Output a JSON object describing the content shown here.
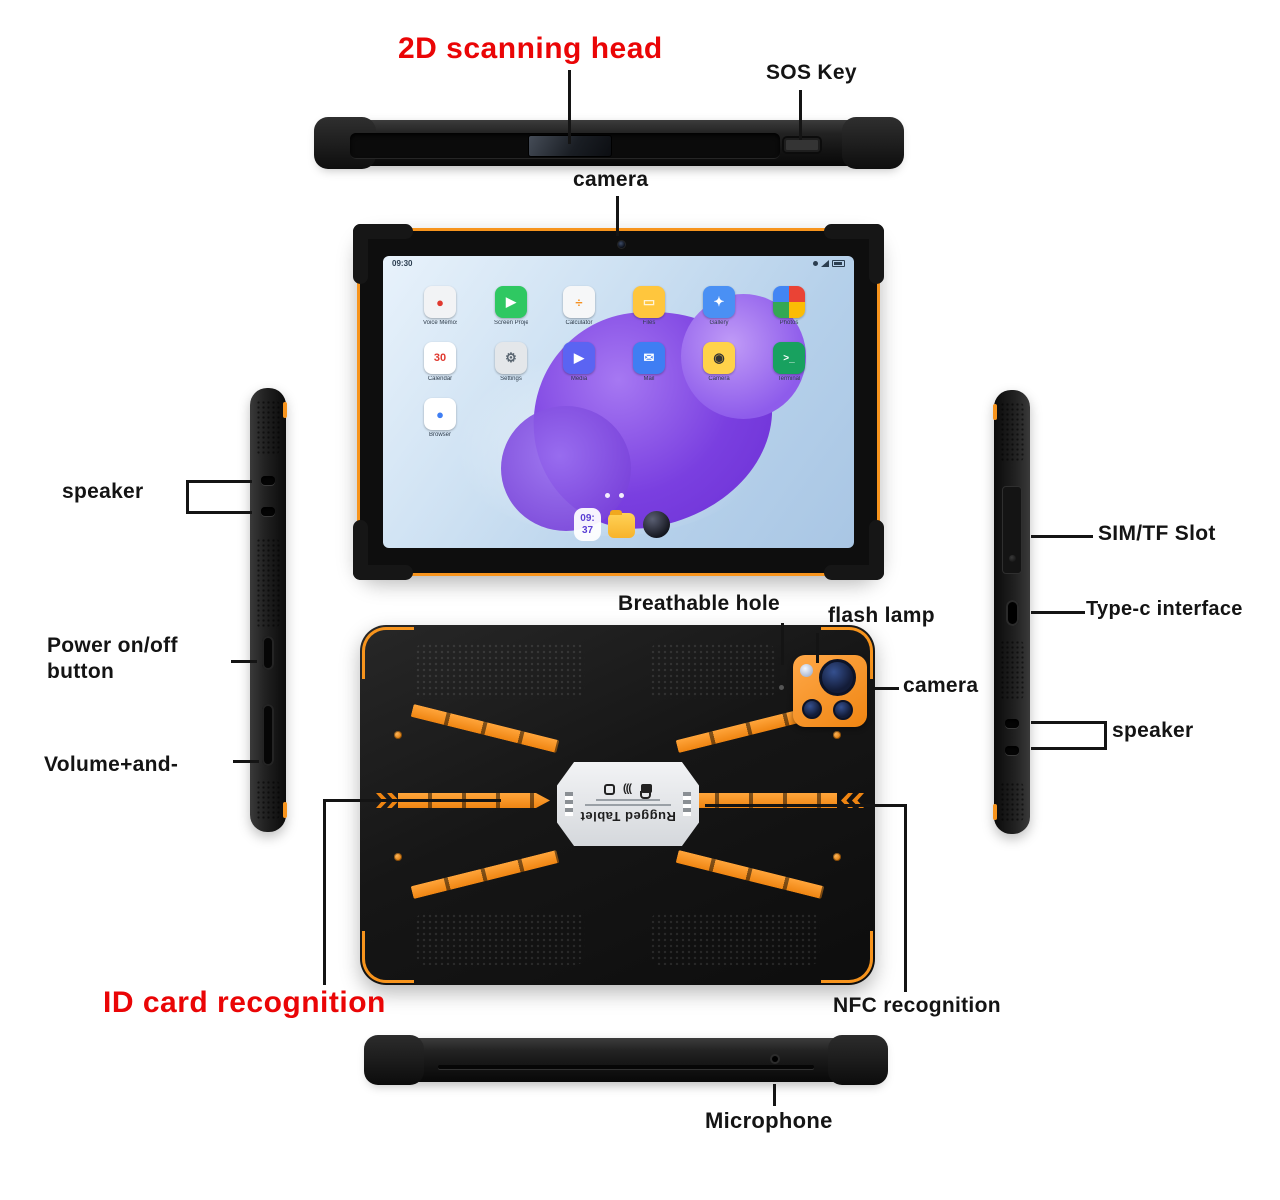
{
  "colors": {
    "accent_orange": "#f7941d",
    "label_red": "#ea0506",
    "label_black": "#141414",
    "lens_navy": "#15203f",
    "wallpaper_purple": "#7a3fe0"
  },
  "annotations": {
    "scanning_head": "2D scanning head",
    "sos_key": "SOS Key",
    "camera_front": "camera",
    "speaker_left": "speaker",
    "power_line1": "Power on/off",
    "power_line2": "button",
    "volume": "Volume+and-",
    "sim_slot": "SIM/TF Slot",
    "typec": "Type-c interface",
    "speaker_right": "speaker",
    "breathable_hole": "Breathable hole",
    "flash_lamp": "flash lamp",
    "camera_back": "camera",
    "nfc": "NFC recognition",
    "id_card": "ID card recognition",
    "microphone": "Microphone"
  },
  "front_screen": {
    "status_time": "09:30",
    "clock_hour": "09:",
    "clock_minute": "37",
    "apps": [
      {
        "label": "Voice Memos",
        "bg": "#f2f3f5",
        "glyph": "●",
        "fg": "#e0392f"
      },
      {
        "label": "Screen Projection",
        "bg": "#2fc862",
        "glyph": "▶",
        "fg": "#ffffff"
      },
      {
        "label": "Calculator",
        "bg": "#f6f7f8",
        "glyph": "÷",
        "fg": "#f59120"
      },
      {
        "label": "Files",
        "bg": "#ffc63d",
        "glyph": "▭",
        "fg": "#fff3d6"
      },
      {
        "label": "Gallery",
        "bg": "#4a90f4",
        "glyph": "✦",
        "fg": "#ffffff"
      },
      {
        "label": "Photos",
        "bg": "conic-gradient(#ea4335 0 25%, #fbbc05 25% 50%, #34a853 50% 75%, #4285f4 75%)",
        "glyph": "",
        "fg": "#ffffff"
      },
      {
        "label": "Calendar",
        "bg": "#ffffff",
        "glyph": "30",
        "fg": "#e0392f"
      },
      {
        "label": "Settings",
        "bg": "#e4e7ea",
        "glyph": "⚙",
        "fg": "#5a6671"
      },
      {
        "label": "Media",
        "bg": "#5b64f2",
        "glyph": "▶",
        "fg": "#ffffff"
      },
      {
        "label": "Mail",
        "bg": "#3f7ef3",
        "glyph": "✉",
        "fg": "#ffffff"
      },
      {
        "label": "Camera",
        "bg": "#ffd24a",
        "glyph": "◉",
        "fg": "#333333"
      },
      {
        "label": "Terminal",
        "bg": "#18a15f",
        "glyph": ">_",
        "fg": "#ffffff"
      },
      {
        "label": "Browser",
        "bg": "#ffffff",
        "glyph": "●",
        "fg": "#3f7ef3"
      }
    ]
  },
  "back_view": {
    "plate_title": "Rugged Tablet",
    "nfc_icon_text": ")))"
  }
}
